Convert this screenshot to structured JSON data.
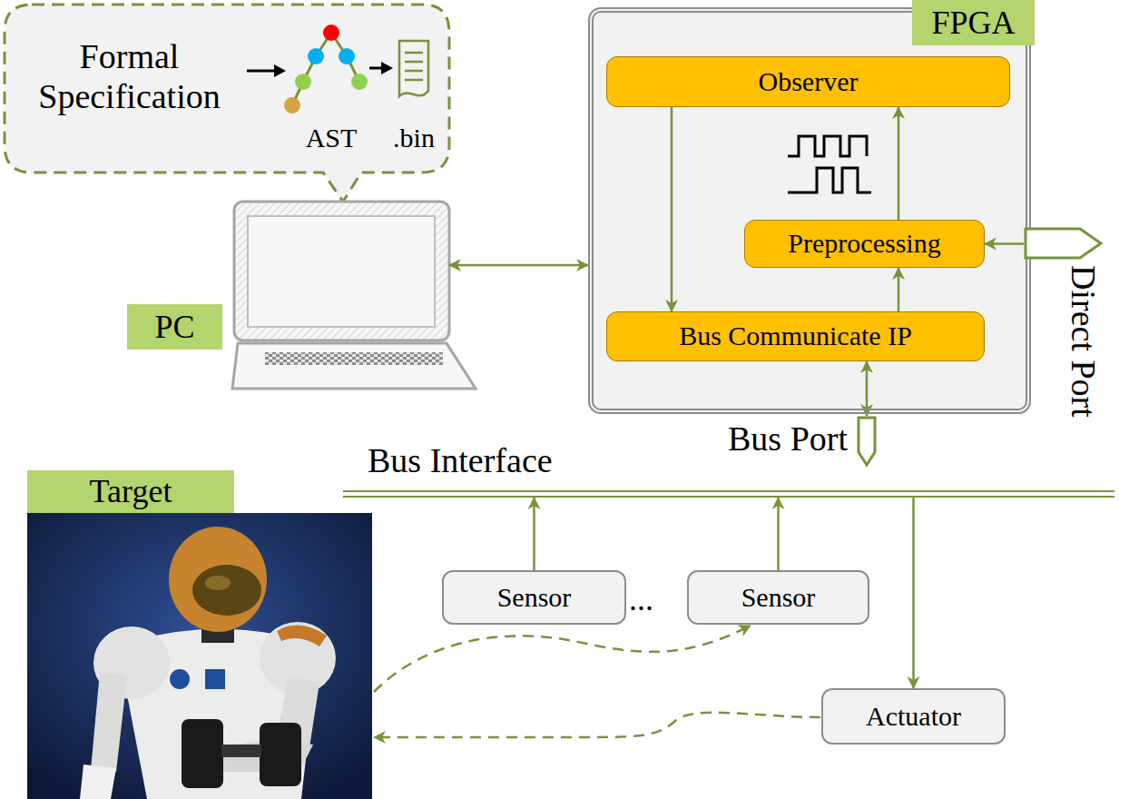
{
  "diagram": {
    "nodes": [
      {
        "text": [
          "Formal Specification",
          "AST",
          ".bin"
        ]
      },
      {
        "text": [
          "FPGA"
        ]
      },
      {
        "text": [
          "Observer"
        ],
        "in": 1
      },
      {
        "text": [
          "Preprocessing"
        ],
        "in": 1
      },
      {
        "text": [
          "Bus Communicate IP"
        ],
        "in": 1
      },
      {
        "text": [
          "PC"
        ]
      },
      {
        "text": [
          "Direct Port"
        ]
      },
      {
        "text": [
          "Bus Port"
        ]
      },
      {
        "text": [
          "Bus Interface"
        ]
      },
      {
        "text": [
          "Target"
        ]
      },
      {
        "text": [
          "Sensor"
        ]
      },
      {
        "text": [
          "Sensor"
        ]
      },
      {
        "text": [
          "Actuator"
        ]
      }
    ],
    "edges": [
      {
        "from": 5,
        "to": 1,
        "arrow": "both"
      },
      {
        "from": 2,
        "to": 4,
        "arrow": "to"
      },
      {
        "from": 3,
        "to": 2,
        "arrow": "to"
      },
      {
        "from": 4,
        "to": 3,
        "arrow": "to"
      },
      {
        "from": 6,
        "to": 3,
        "arrow": "to"
      },
      {
        "from": 4,
        "to": 7,
        "arrow": "both"
      },
      {
        "from": 10,
        "to": 8,
        "arrow": "to"
      },
      {
        "from": 11,
        "to": 8,
        "arrow": "to"
      },
      {
        "from": 8,
        "to": 12,
        "arrow": "to"
      },
      {
        "from": 9,
        "to": 11,
        "arrow": "to"
      },
      {
        "from": 12,
        "to": 9,
        "arrow": "to"
      }
    ],
    "labels": [
      "..."
    ]
  }
}
